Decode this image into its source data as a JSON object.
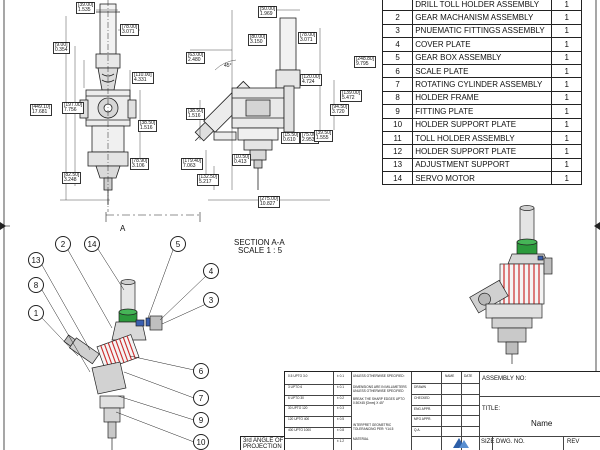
{
  "bom": {
    "rows": [
      {
        "no": "",
        "name": "DRILL TOLL HOLDER ASSEMBLY",
        "qty": "1"
      },
      {
        "no": "2",
        "name": "GEAR MACHANISM ASSEMBLY",
        "qty": "1"
      },
      {
        "no": "3",
        "name": "PNUEMATIC FITTINGS ASSEMBLY",
        "qty": "1"
      },
      {
        "no": "4",
        "name": "COVER PLATE",
        "qty": "1"
      },
      {
        "no": "5",
        "name": "GEAR BOX ASSEMBLY",
        "qty": "1"
      },
      {
        "no": "6",
        "name": "SCALE PLATE",
        "qty": "1"
      },
      {
        "no": "7",
        "name": "ROTATING CYLINDER ASSEMBLY",
        "qty": "1"
      },
      {
        "no": "8",
        "name": "HOLDER FRAME",
        "qty": "1"
      },
      {
        "no": "9",
        "name": "FITTING PLATE",
        "qty": "1"
      },
      {
        "no": "10",
        "name": "HOLDER SUPPORT PLATE",
        "qty": "1"
      },
      {
        "no": "11",
        "name": "TOLL HOLDER ASSEMBLY",
        "qty": "1"
      },
      {
        "no": "12",
        "name": "HOLDER SUPPORT PLATE",
        "qty": "1"
      },
      {
        "no": "13",
        "name": "ADJUSTMENT SUPPORT",
        "qty": "1"
      },
      {
        "no": "14",
        "name": "SERVO MOTOR",
        "qty": "1"
      }
    ]
  },
  "section": {
    "title": "SECTION A-A",
    "scale": "SCALE 1 : 5",
    "cut_label": "A"
  },
  "front_dims": {
    "d1": "[39.00]",
    "d1b": "1.535",
    "d2": "[78.00]",
    "d2b": "3.071",
    "d3": "[9.00]",
    "d3b": "0.354",
    "d4": "[110.00]",
    "d4b": "4.331",
    "d5": "[197.00]",
    "d5b": "7.756",
    "d6": "[449.10]",
    "d6b": "17.681",
    "d7": "[38.50]",
    "d7b": "1.516",
    "d8": "[78.90]",
    "d8b": "3.106",
    "d9": "[82.50]",
    "d9b": "3.248"
  },
  "side_dims": {
    "s1": "[50.00]",
    "s1b": "1.969",
    "s2": "[80.00]",
    "s2b": "3.150",
    "s3": "[78.00]",
    "s3b": "3.071",
    "s4": "[63.00]",
    "s4b": "2.480",
    "s5": "45°",
    "s6": "[248.80]",
    "s6b": "9.795",
    "s7": "[120.00]",
    "s7b": "4.724",
    "s8": "[139.00]",
    "s8b": "5.472",
    "s9": "[94.50]",
    "s9b": "3.720",
    "s10": "[38.50]",
    "s10b": "1.516",
    "s11": "[15.50]",
    "s11b": "0.610",
    "s12": "[75.00]",
    "s12b": "2.953",
    "s13": "[39.50]",
    "s13b": "1.555",
    "s14": "[179.40]",
    "s14b": "7.063",
    "s15": "[10.50]",
    "s15b": "0.413",
    "s16": "[132.50]",
    "s16b": "5.217",
    "s17": "[275.00]",
    "s17b": "10.827"
  },
  "balloons": [
    "2",
    "14",
    "5",
    "13",
    "8",
    "4",
    "3",
    "1",
    "6",
    "7",
    "9",
    "10"
  ],
  "title_block": {
    "unless_specified": "UNLESS OTHERWISE SPECIFIED:",
    "name_col": "NAME",
    "date_col": "DATE",
    "drawn": "DRAWN",
    "checked": "CHECKED",
    "eng_appr": "ENG APPR.",
    "mfg_appr": "MFG APPR.",
    "qa": "Q.A.",
    "dims_note": "DIMENSIONS ARE IN MILLIMETERS UNLESS OTHERWISE SPECIFIED",
    "break_note": "BREAK THE SHARP EDGES UPTO 0.50X45 [Omm] X 45°",
    "interpret_note": "INTERPRET GEOMETRIC TOLERANCING PER: Y14.5",
    "material": "MATERIAL",
    "assembly_no": "ASSEMBLY NO:",
    "title_label": "TITLE:",
    "name_value": "Name",
    "size": "SIZE",
    "dwg_no": "DWG.  NO.",
    "rev": "REV",
    "angle": "3rd ANGLE OF PROJECTION",
    "tol_rows": [
      {
        "range": "0.5 UPTO 3.0",
        "tol": "± 0.1"
      },
      {
        "range": "3 UPTO 6",
        "tol": "± 0.1"
      },
      {
        "range": "6 UPTO 30",
        "tol": "± 0.2"
      },
      {
        "range": "30 UPTO 120",
        "tol": "± 0.3"
      },
      {
        "range": "120 UPTO 400",
        "tol": "± 0.5"
      },
      {
        "range": "400 UPTO 1000",
        "tol": "± 0.8"
      },
      {
        "range": "",
        "tol": "± 1.2"
      }
    ]
  }
}
